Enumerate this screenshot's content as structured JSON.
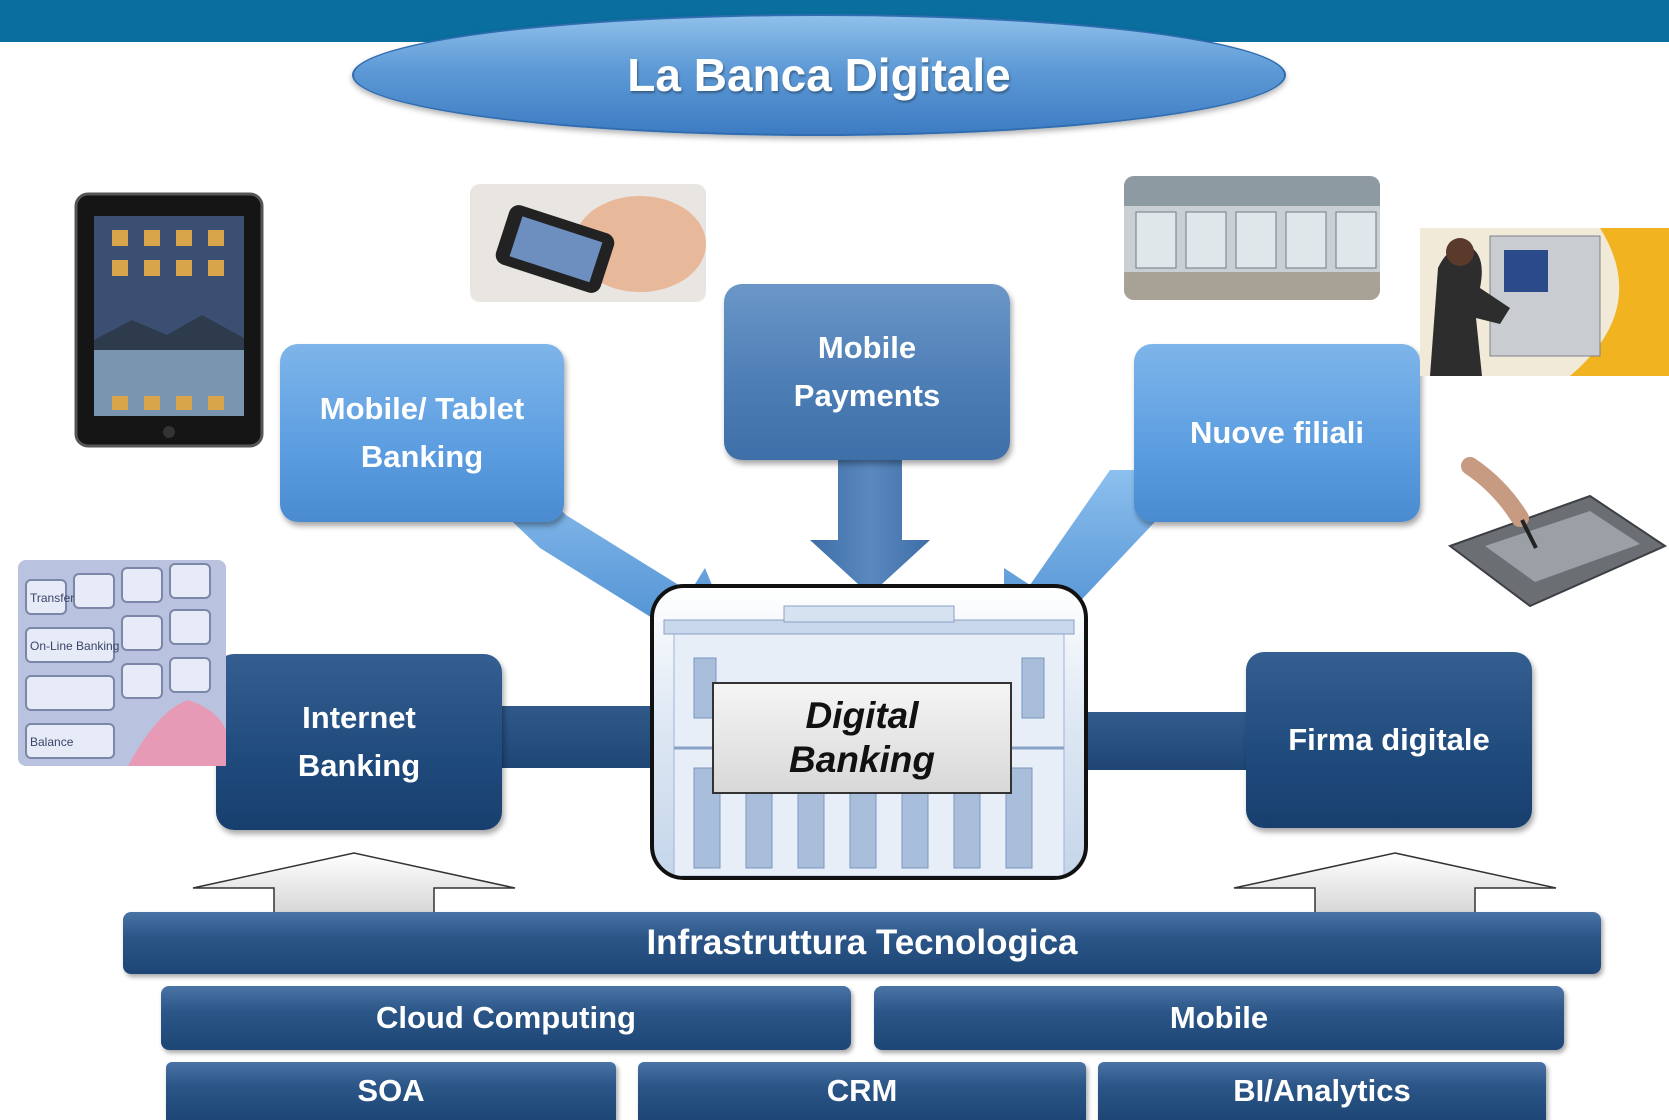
{
  "title": "La Banca Digitale",
  "center": {
    "line1": "Digital",
    "line2": "Banking"
  },
  "channels": {
    "mobile_tablet": {
      "line1": "Mobile/ Tablet",
      "line2": "Banking"
    },
    "mobile_payments": {
      "line1": "Mobile",
      "line2": "Payments"
    },
    "nuove_filiali": "Nuove filiali",
    "internet_banking": {
      "line1": "Internet",
      "line2": "Banking"
    },
    "firma_digitale": "Firma digitale"
  },
  "infrastructure": {
    "main": "Infrastruttura Tecnologica",
    "row1": [
      "Cloud Computing",
      "Mobile"
    ],
    "row2": [
      "SOA",
      "CRM",
      "BI/Analytics"
    ]
  },
  "keyboard_text": {
    "k1": "Transfer",
    "k2": "On-Line Banking",
    "k3": "Balance"
  },
  "colors": {
    "header": "#0a6f9f",
    "light_box": "#5b9de0",
    "mid_box": "#4b7cb4",
    "dark_box": "#1f4a7c"
  }
}
